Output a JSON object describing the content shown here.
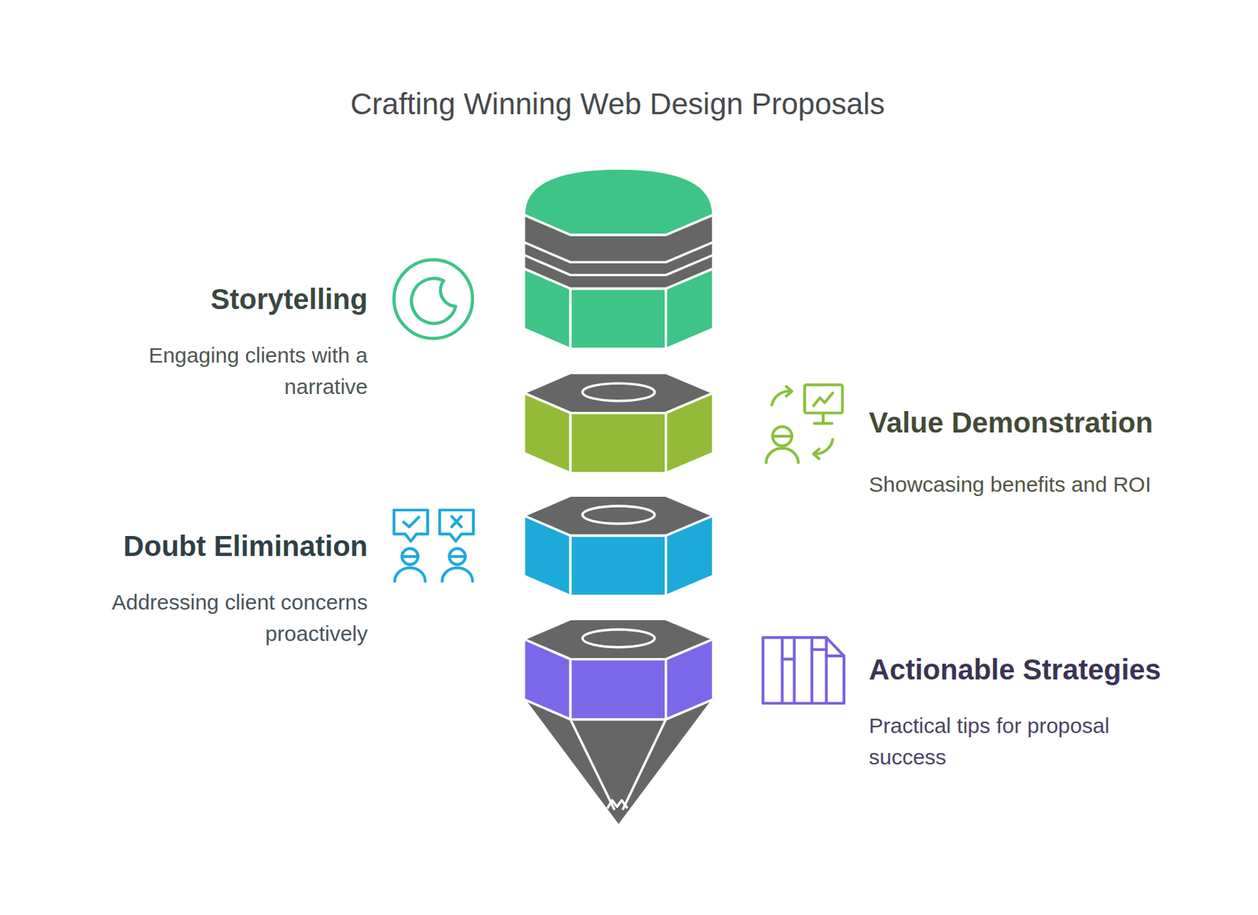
{
  "diagram": {
    "title": "Crafting Winning Web Design Proposals",
    "nodes": [
      {
        "text": [
          "Storytelling",
          "Engaging clients with a narrative"
        ]
      },
      {
        "text": [
          "Value Demonstration",
          "Showcasing benefits and ROI"
        ]
      },
      {
        "text": [
          "Doubt Elimination",
          "Addressing client concerns proactively"
        ]
      },
      {
        "text": [
          "Actionable Strategies",
          "Practical tips for proposal success"
        ]
      }
    ]
  }
}
